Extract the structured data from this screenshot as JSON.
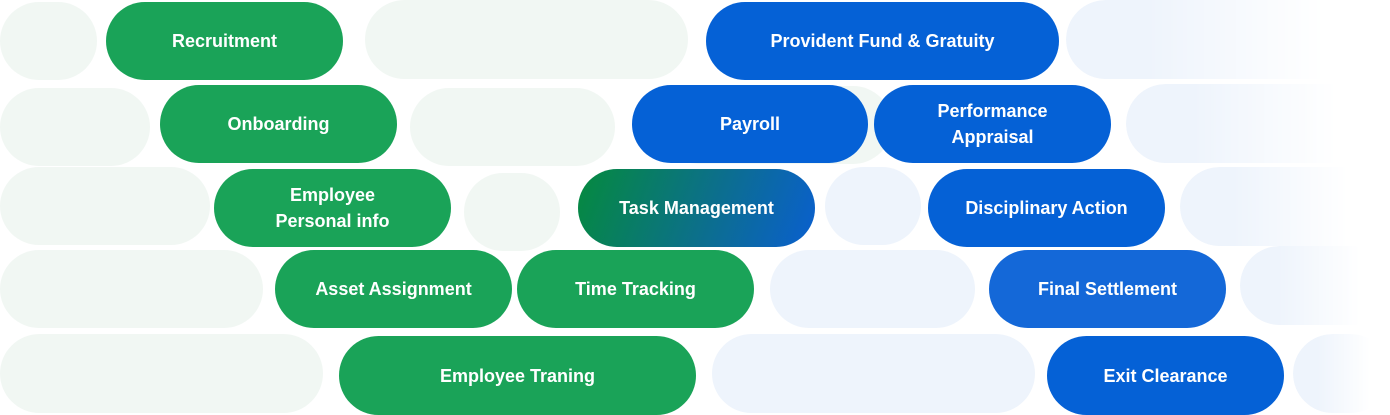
{
  "colors": {
    "green": "#1aa358",
    "blue": "#0561d6",
    "ghost_green": "#f1f7f3",
    "ghost_blue": "#eef4fc",
    "gradient_start": "#058a3e",
    "gradient_end": "#0a5fcf"
  },
  "modules": {
    "recruitment": "Recruitment",
    "onboarding": "Onboarding",
    "employee_personal_info": [
      "Employee",
      "Personal info"
    ],
    "asset_assignment": "Asset Assignment",
    "time_tracking": "Time Tracking",
    "employee_training": "Employee Traning",
    "task_management": "Task Management",
    "provident_fund": "Provident Fund & Gratuity",
    "payroll": "Payroll",
    "performance_appraisal": [
      "Performance",
      "Appraisal"
    ],
    "disciplinary_action": "Disciplinary Action",
    "final_settlement": "Final Settlement",
    "exit_clearance": "Exit Clearance"
  }
}
